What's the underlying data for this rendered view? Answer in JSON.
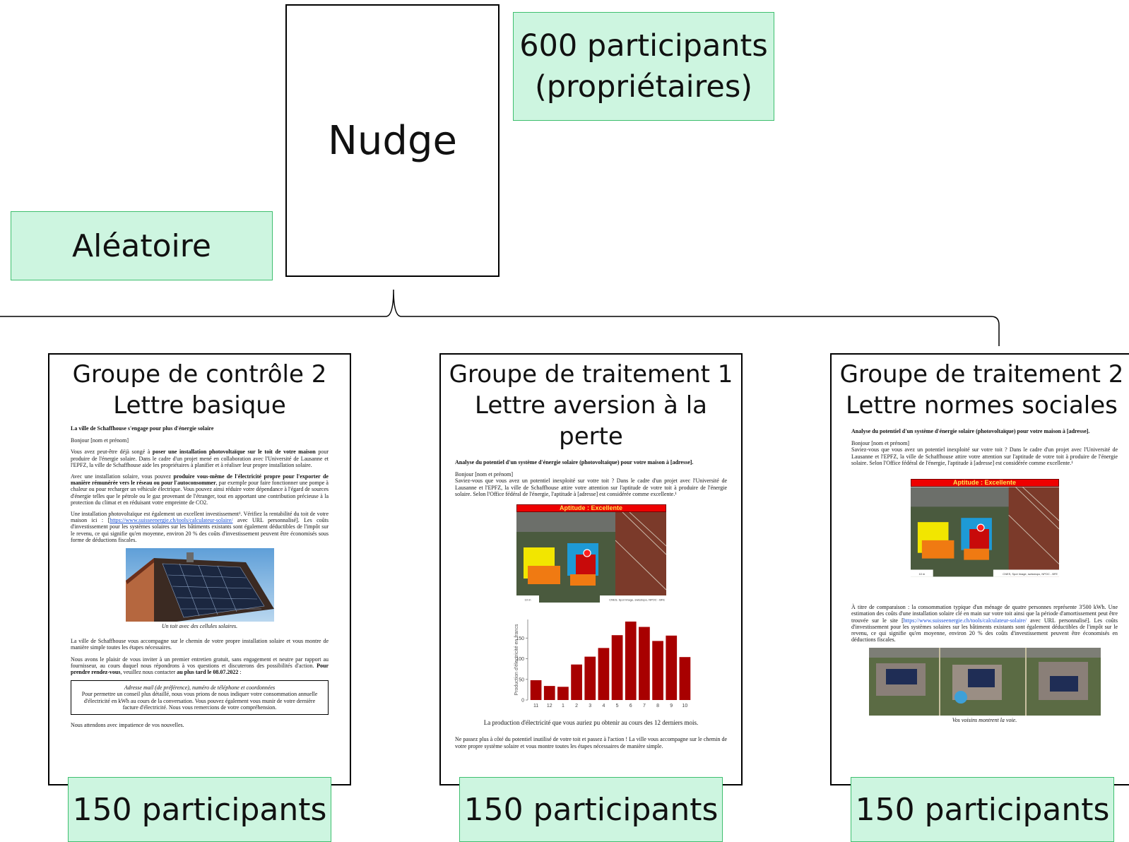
{
  "top": {
    "nudge": "Nudge",
    "participants_total": "600 participants\n(propriétaires)",
    "random": "Aléatoire"
  },
  "groups": [
    {
      "title1": "Groupe de contrôle 2",
      "title2": "Lettre basique",
      "participants": "150 participants",
      "letter": {
        "heading": "La ville de Schaffhouse s'engage pour plus d'énergie solaire",
        "greeting": "Bonjour [nom et prénom]",
        "p1a": "Vous avez peut-être déjà songé à ",
        "p1b": "poser une installation photovoltaïque sur le toit de votre maison",
        "p1c": " pour produire de l'énergie solaire. Dans le cadre d'un projet mené en collaboration avec l'Université de Lausanne et l'EPFZ, la ville de Schaffhouse aide les propriétaires à planifier et à réaliser leur propre installation solaire.",
        "p2a": "Avec une installation solaire, vous pouvez ",
        "p2b": "produire vous-même de l'électricité propre pour l'exporter de manière rémunérée vers le réseau ou pour l'autoconsommer",
        "p2c": ", par exemple pour faire fonctionner une pompe à chaleur ou pour recharger un véhicule électrique. Vous pouvez ainsi réduire votre dépendance à l'égard de sources d'énergie telles que le pétrole ou le gaz provenant de l'étranger, tout en apportant une contribution précieuse à la protection du climat et en réduisant votre empreinte de CO2.",
        "p3a": "Une installation photovoltaïque est également un excellent investissement¹. Vérifiez la rentabilité du toit de votre maison ici : [",
        "p3link": "https://www.suisseenergie.ch/tools/calculateur-solaire/",
        "p3b": " avec URL personnalisé]. Les coûts d'investissement pour les systèmes solaires sur les bâtiments existants sont également déductibles de l'impôt sur le revenu, ce qui signifie qu'en moyenne, environ 20 % des coûts d'investissement peuvent être économisés sous forme de déductions fiscales.",
        "caption": "Un toit avec des cellules solaires.",
        "p4": "La ville de Schaffhouse vous accompagne sur le chemin de votre propre installation solaire et vous montre de manière simple toutes les étapes nécessaires.",
        "p5a": "Nous avons le plaisir de vous inviter à un premier entretien gratuit, sans engagement et neutre par rapport au fournisseur, au cours duquel nous répondrons à vos questions et discuterons des possibilités d'action. ",
        "p5b": "Pour prendre rendez-vous",
        "p5c": ", veuillez nous contacter ",
        "p5d": "au plus tard le 08.07.2022",
        "p5e": " :",
        "box_title": "Adresse mail (de préférence), numéro de téléphone et coordonnées",
        "box_text": "Pour permettre un conseil plus détaillé, nous vous prions de nous indiquer votre consommation annuelle d'électricité en kWh au cours de la conversation. Vous pouvez également vous munir de votre dernière facture d'électricité. Nous vous remercions de votre compréhension.",
        "closing": "Nous attendons avec impatience de vos nouvelles."
      }
    },
    {
      "title1": "Groupe de traitement 1",
      "title2": "Lettre aversion à la perte",
      "participants": "150 participants",
      "letter": {
        "heading": "Analyse du potentiel d'un système d'énergie solaire (photovoltaïque) pour votre maison à [adresse].",
        "greeting": "Bonjour [nom et prénom]",
        "p1": "Saviez-vous que vous avez un potentiel inexploité sur votre toit ? Dans le cadre d'un projet avec l'Université de Lausanne et l'EPFZ, la ville de Schaffhouse attire votre attention sur l'aptitude de votre toit à produire de l'énergie solaire. Selon l'Office fédéral de l'énergie, l'aptitude à [adresse] est considérée comme excellente.¹",
        "aptitude": "Aptitude : Excellente",
        "map_credit": "CNES, Spot Image, swisstopo, NPOC - BFE",
        "map_scale": "10 m",
        "chart_caption": "La production d'électricité que vous auriez pu obtenir au cours des 12 derniers mois.",
        "p2": "Ne passez plus à côté du potentiel inutilisé de votre toit et passez à l'action ! La ville vous accompagne sur le chemin de votre propre système solaire et vous montre toutes les étapes nécessaires de manière simple."
      }
    },
    {
      "title1": "Groupe de traitement 2",
      "title2": "Lettre normes sociales",
      "participants": "150 participants",
      "letter": {
        "heading": "Analyse du potentiel d'un système d'énergie solaire (photovoltaïque) pour votre maison à [adresse].",
        "greeting": "Bonjour [nom et prénom]",
        "p1": "Saviez-vous que vous avez un potentiel inexploité sur votre toit ? Dans le cadre d'un projet avec l'Université de Lausanne et l'EPFZ, la ville de Schaffhouse attire votre attention sur l'aptitude de votre toit à produire de l'énergie solaire. Selon l'Office fédéral de l'énergie, l'aptitude à [adresse] est considérée comme excellente.¹",
        "aptitude": "Aptitude : Excellente",
        "map_credit": "CNES, Spot Image, swisstopo, NPOC - BFE",
        "map_scale": "10 m",
        "p2a": "À titre de comparaison : la consommation typique d'un ménage de quatre personnes représente 3'500 kWh. Une estimation des coûts d'une installation solaire clé en main sur votre toit ainsi que la période d'amortissement peut être trouvée sur le site [",
        "p2link": "https://www.suisseenergie.ch/tools/calculateur-solaire/",
        "p2b": " avec URL personnalisé]. Les coûts d'investissement pour les systèmes solaires sur les bâtiments existants sont également déductibles de l'impôt sur le revenu, ce qui signifie qu'en moyenne, environ 20 % des coûts d'investissement peuvent être économisés en déductions fiscales.",
        "caption": "Vos voisins montrent la voie."
      }
    }
  ],
  "chart_data": {
    "type": "bar",
    "categories": [
      "11",
      "12",
      "1",
      "2",
      "3",
      "4",
      "5",
      "6",
      "7",
      "8",
      "9",
      "10"
    ],
    "values": [
      48,
      34,
      32,
      86,
      105,
      126,
      157,
      190,
      177,
      143,
      156,
      104
    ],
    "ylabel": "Production d'électricité en francs",
    "yticks": [
      0,
      50,
      100,
      150
    ],
    "ylim": [
      0,
      195
    ],
    "bar_color": "#a80000"
  },
  "colors": {
    "green_fill": "#cdf5e0",
    "green_border": "#3fbf6f",
    "aptitude_red": "#ee0000"
  }
}
